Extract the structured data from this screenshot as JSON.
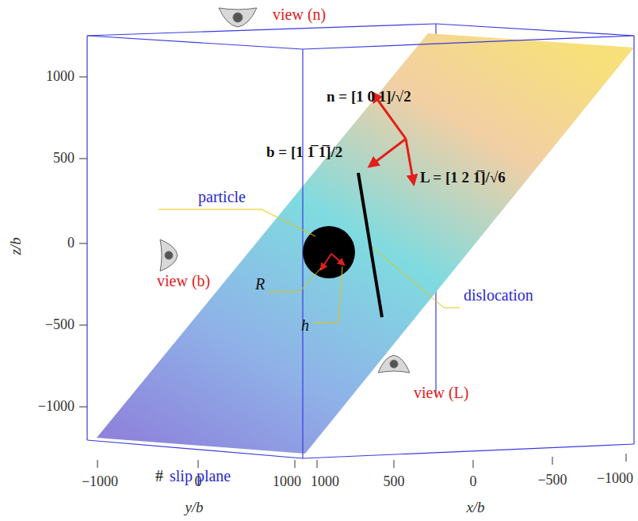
{
  "diagram": {
    "labels": [
      "view (n)",
      "n = [1 0 1]/√2",
      "b = [1 1̅ 1̅]/2",
      "L = [1 2 1̅]/√6",
      "particle",
      "dislocation",
      "R",
      "h",
      "view (b)",
      "view (L)",
      "#",
      "slip plane",
      "z/b",
      "y/b",
      "x/b",
      "1000",
      "500",
      "0",
      "−500",
      "−1000",
      "−1000",
      "0",
      "1000",
      "1000",
      "500",
      "0",
      "−500",
      "−1000"
    ]
  }
}
